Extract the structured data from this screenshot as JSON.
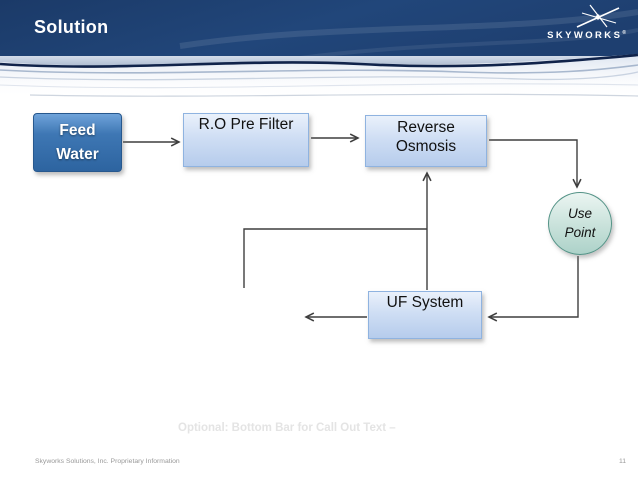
{
  "header": {
    "title": "Solution",
    "brand": "SKYWORKS",
    "brand_reg": "®"
  },
  "diagram": {
    "feed_water": [
      "Feed",
      "Water"
    ],
    "ro_pre_filter": "R.O Pre Filter",
    "reverse_osmosis": [
      "Reverse",
      "Osmosis"
    ],
    "uf_system": "UF System",
    "use_point": [
      "Use",
      "Point"
    ]
  },
  "body": {
    "placeholder": "Optional: Bottom Bar for Call Out Text –"
  },
  "footer": {
    "left": "Skyworks Solutions, Inc. Proprietary Information",
    "page": "11"
  },
  "colors": {
    "header_navy": "#1E3F70",
    "header_wave_dark": "#10234A",
    "feed_box_blue": "#3A74B2",
    "light_box_fill": "#C9DAF2",
    "light_box_border": "#8FB3E0",
    "use_point_fill": "#BFDCD4",
    "use_point_border": "#549387",
    "connector_gray": "#3F3F3F",
    "placeholder_gray": "#E4E4E4",
    "footer_gray": "#999999"
  }
}
